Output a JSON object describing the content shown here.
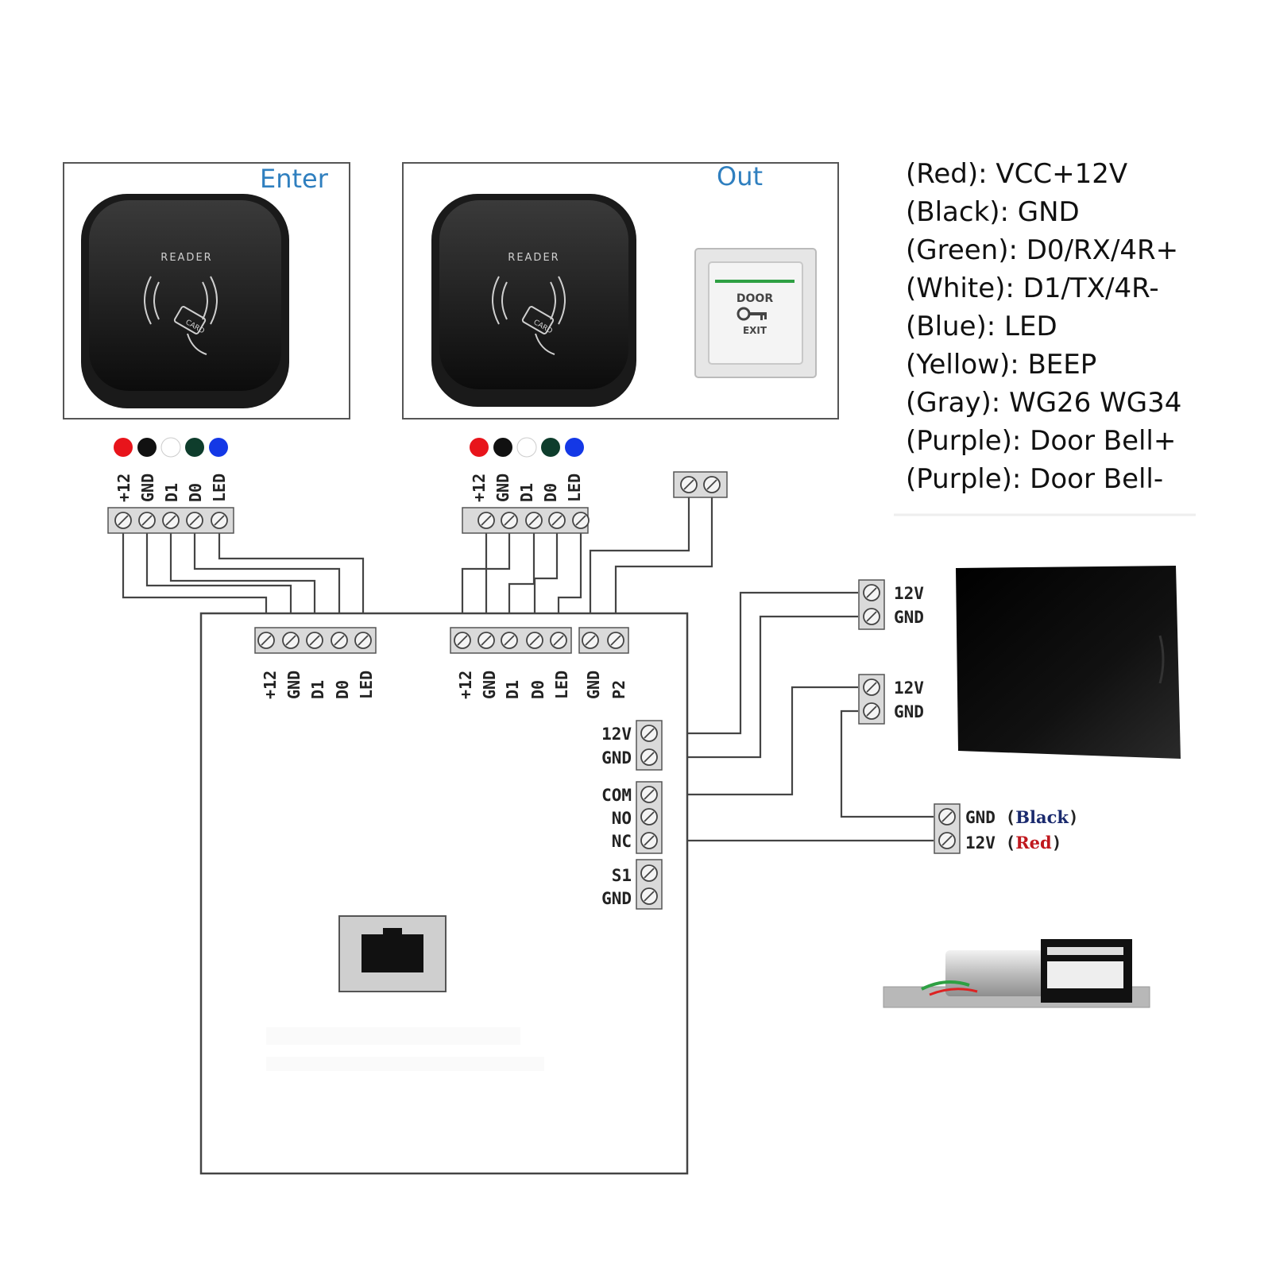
{
  "panels": {
    "enter": {
      "title": "Enter",
      "reader_text": "READER",
      "card_text": "CARD"
    },
    "out": {
      "title": "Out",
      "reader_text": "READER",
      "card_text": "CARD"
    }
  },
  "exit_button": {
    "line1": "DOOR",
    "line2": "EXIT"
  },
  "reader_terminals": [
    "+12",
    "GND",
    "D1",
    "D0",
    "LED"
  ],
  "wire_colors": [
    "#e8141b",
    "#111111",
    "#ffffff",
    "#0e3d2c",
    "#1438e6"
  ],
  "controller": {
    "top_left_terminals": [
      "+12",
      "GND",
      "D1",
      "D0",
      "LED"
    ],
    "top_mid_terminals": [
      "+12",
      "GND",
      "D1",
      "D0",
      "LED"
    ],
    "top_right_terminals": [
      "GND",
      "P2"
    ],
    "power_terminals": [
      "12V",
      "GND"
    ],
    "relay_terminals": [
      "COM",
      "NO",
      "NC"
    ],
    "sensor_terminals": [
      "S1",
      "GND"
    ]
  },
  "power_supply": {
    "block1": [
      "12V",
      "GND"
    ],
    "block2": [
      "12V",
      "GND"
    ]
  },
  "lock": {
    "terminals": [
      {
        "label": "GND",
        "color_name": "Black",
        "color": "#1a2a6e"
      },
      {
        "label": "12V",
        "color_name": "Red",
        "color": "#c0181e"
      }
    ]
  },
  "legend": [
    "(Red): VCC+12V",
    "(Black): GND",
    "(Green): D0/RX/4R+",
    "(White): D1/TX/4R-",
    "(Blue): LED",
    "(Yellow): BEEP",
    "(Gray): WG26 WG34",
    "(Purple): Door Bell+",
    "(Purple): Door Bell-"
  ]
}
